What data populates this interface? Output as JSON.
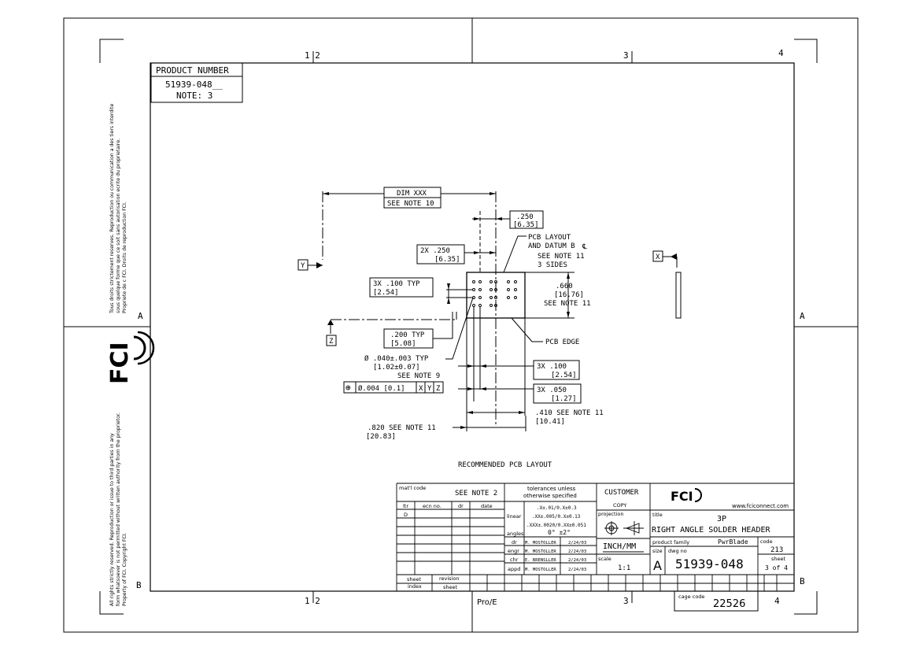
{
  "zone_labels": {
    "col_1_2_top": "1 2",
    "col_3_top": "3",
    "col_4_top": "4",
    "col_1_2_bottom": "1 2",
    "col_3_bottom": "3",
    "col_4_bottom": "4",
    "row_a_left": "A",
    "row_a_right": "A",
    "row_b_left": "B",
    "row_b_right": "B"
  },
  "side_notes": {
    "french": [
      "Tous droits strictement reserves.  Reproduction ou communication a des tiers interdite",
      "sous quelque forme que ce soit sans autorisation ecrite du proprietaire.",
      "Propriete de c FCI.  Droits de reproduction FCI."
    ],
    "english": [
      "All rights strictly reserved.  Reproduction or issue to third parties in any",
      "form whatsoever is not permitted without written authority from the proprietor.",
      "Property of FCI.  Copyright FCI."
    ]
  },
  "product_box": {
    "header": "PRODUCT NUMBER",
    "number": "51939-048__",
    "note": "NOTE: 3"
  },
  "drawing": {
    "dim_xxx": "DIM XXX",
    "see_note_10": "SEE NOTE 10",
    "dim_250_in": ".250",
    "dim_250_mm": "[6.35]",
    "dim_2x250_in": "2X .250",
    "dim_2x250_mm": "[6.35]",
    "pcb_layout_1": "PCB LAYOUT",
    "pcb_layout_2": "AND DATUM B",
    "pcb_layout_3": "SEE NOTE 11",
    "pcb_layout_4": "3 SIDES",
    "dim_3x100_typ_in": "3X .100  TYP",
    "dim_3x100_typ_mm": "[2.54]",
    "dim_660_in": ".660",
    "dim_660_mm": "[16.76]",
    "dim_660_note": "SEE NOTE 11",
    "dim_200_in": ".200  TYP",
    "dim_200_mm": "[5.08]",
    "pcb_edge": "PCB EDGE",
    "hole_dia_in": "Ø .040±.003   TYP",
    "hole_dia_mm": "[1.02±0.07]",
    "hole_note": "SEE NOTE 9",
    "fcf_symbol": "⊕",
    "fcf_tol": "Ø.004 [0.1]",
    "fcf_x": "X",
    "fcf_y": "Y",
    "fcf_z": "Z",
    "dim_3x100_in": "3X .100",
    "dim_3x100_mm": "[2.54]",
    "dim_3x050_in": "3X .050",
    "dim_3x050_mm": "[1.27]",
    "dim_410_in": ".410   SEE NOTE 11",
    "dim_410_mm": "[10.41]",
    "dim_820_in": ".820   SEE NOTE 11",
    "dim_820_mm": "[20.83]",
    "datum_y": "Y",
    "datum_z": "Z",
    "datum_x": "X",
    "caption": "RECOMMENDED PCB LAYOUT"
  },
  "title_block": {
    "matl_code_label": "mat'l code",
    "matl_code_value": "SEE NOTE 2",
    "rev_headers": [
      "ltr",
      "ecn no.",
      "dr",
      "date"
    ],
    "rev_ltr": "D",
    "tolerances_1": "tolerances unless",
    "tolerances_2": "otherwise specified",
    "linear_label": "linear",
    "tol_1": ".X±.01/0.X±0.3",
    "tol_2": ".XX±.005/0.X±0.13",
    "tol_3": ".XXX±.0020/0.XX±0.051",
    "angles_label": "angles",
    "angles_value": "0° ±2°",
    "approvals": [
      {
        "role": "dr",
        "name": "M. MOSTOLLER",
        "date": "2/24/03"
      },
      {
        "role": "engr",
        "name": "M. MOSTOLLER",
        "date": "2/24/03"
      },
      {
        "role": "chr",
        "name": "E. BRENSLLER",
        "date": "2/24/03"
      },
      {
        "role": "appd",
        "name": "M. MOSTOLLER",
        "date": "2/24/03"
      }
    ],
    "customer": "CUSTOMER",
    "copy": "COPY",
    "projection": "projection",
    "units": "INCH/MM",
    "scale_label": "scale",
    "scale_value": "1:1",
    "logo_text": "FCI",
    "website": "www.fciconnect.com",
    "title_label": "title",
    "title_line1": "3P",
    "title_line2": "RIGHT ANGLE SOLDER HEADER",
    "product_family_label": "product family",
    "product_family_value": "PwrBlade",
    "code_label": "code",
    "code_value": "213",
    "size_label": "size",
    "size_value": "A",
    "dwg_no_label": "dwg no",
    "dwg_no_value": "51939-048",
    "sheet_label": "sheet",
    "sheet_value": "3 of 4",
    "sheet_index_label_1": "sheet",
    "sheet_index_label_2": "index",
    "revision_label": "revision",
    "revision_sheet_label": "sheet",
    "proe": "Pro/E",
    "cage_code_label": "cage code",
    "cage_code_value": "22526"
  },
  "colors": {
    "ink": "#000000",
    "paper": "#ffffff"
  }
}
